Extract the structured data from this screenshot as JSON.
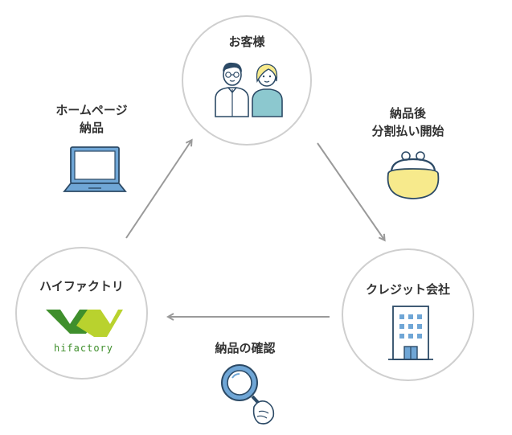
{
  "nodes": {
    "customer": {
      "label": "お客様"
    },
    "hifactory": {
      "label": "ハイファクトリ",
      "logo_text": "hifactory"
    },
    "credit": {
      "label": "クレジット会社"
    }
  },
  "edges": {
    "delivery": {
      "line1": "ホームページ",
      "line2": "納品"
    },
    "installment": {
      "line1": "納品後",
      "line2": "分割払い開始"
    },
    "confirm": {
      "label": "納品の確認"
    }
  },
  "colors": {
    "circle_border": "#cfcfcf",
    "arrow": "#9a9a9a",
    "icon_navy": "#2c4a66",
    "icon_blue": "#6fa6d6",
    "icon_yellow": "#f7ea8c",
    "icon_teal": "#8cc8cf",
    "logo_green": "#3f8f2c",
    "logo_lime": "#b9d22e"
  }
}
